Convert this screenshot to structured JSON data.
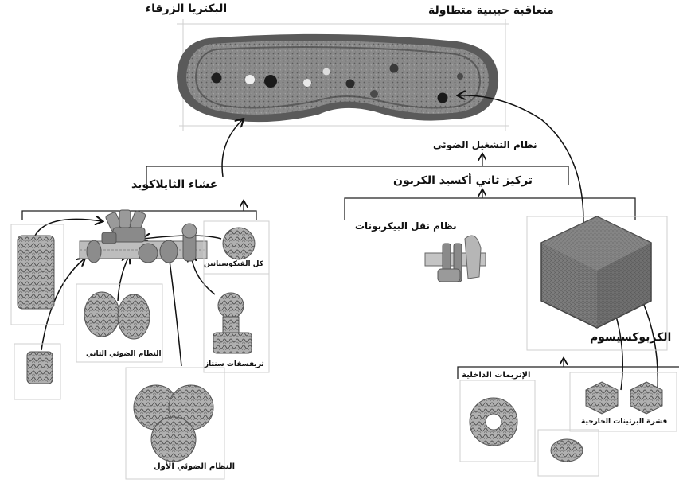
{
  "labels": {
    "cyanobacteria": "البكتريا الزرقاء",
    "rod_granules": "متعاقبة حبيبية متطاولة",
    "photosystem_system": "نظام التشغيل الضوئي",
    "co2_concentration": "تركيز ثاني أكسيد الكربون",
    "thylakoid_membrane": "غشاء الثايلاكويد",
    "bicarbonate_transport": "نظام نقل البيكربونات",
    "phycocyanin": "كل الفيكوسيانين",
    "photosystem_ii": "النظام الضوئي الثاني",
    "atp_synthase": "ثريفسفات سنتاز",
    "photosystem_i": "النظام الضوئي الأول",
    "carboxysome": "الكربوكسيسوم",
    "internal_enzymes": "الإنزيمات الداخلية",
    "outer_protein_shell": "قشرة البرتينات الخارجية"
  },
  "colors": {
    "ink": "#111111",
    "cell_dark": "#3a3a3a",
    "cell_mid": "#7a7a7a",
    "cell_light": "#b5b5b5",
    "protein": "#8f8f8f",
    "frame": "#c9c9c9"
  }
}
